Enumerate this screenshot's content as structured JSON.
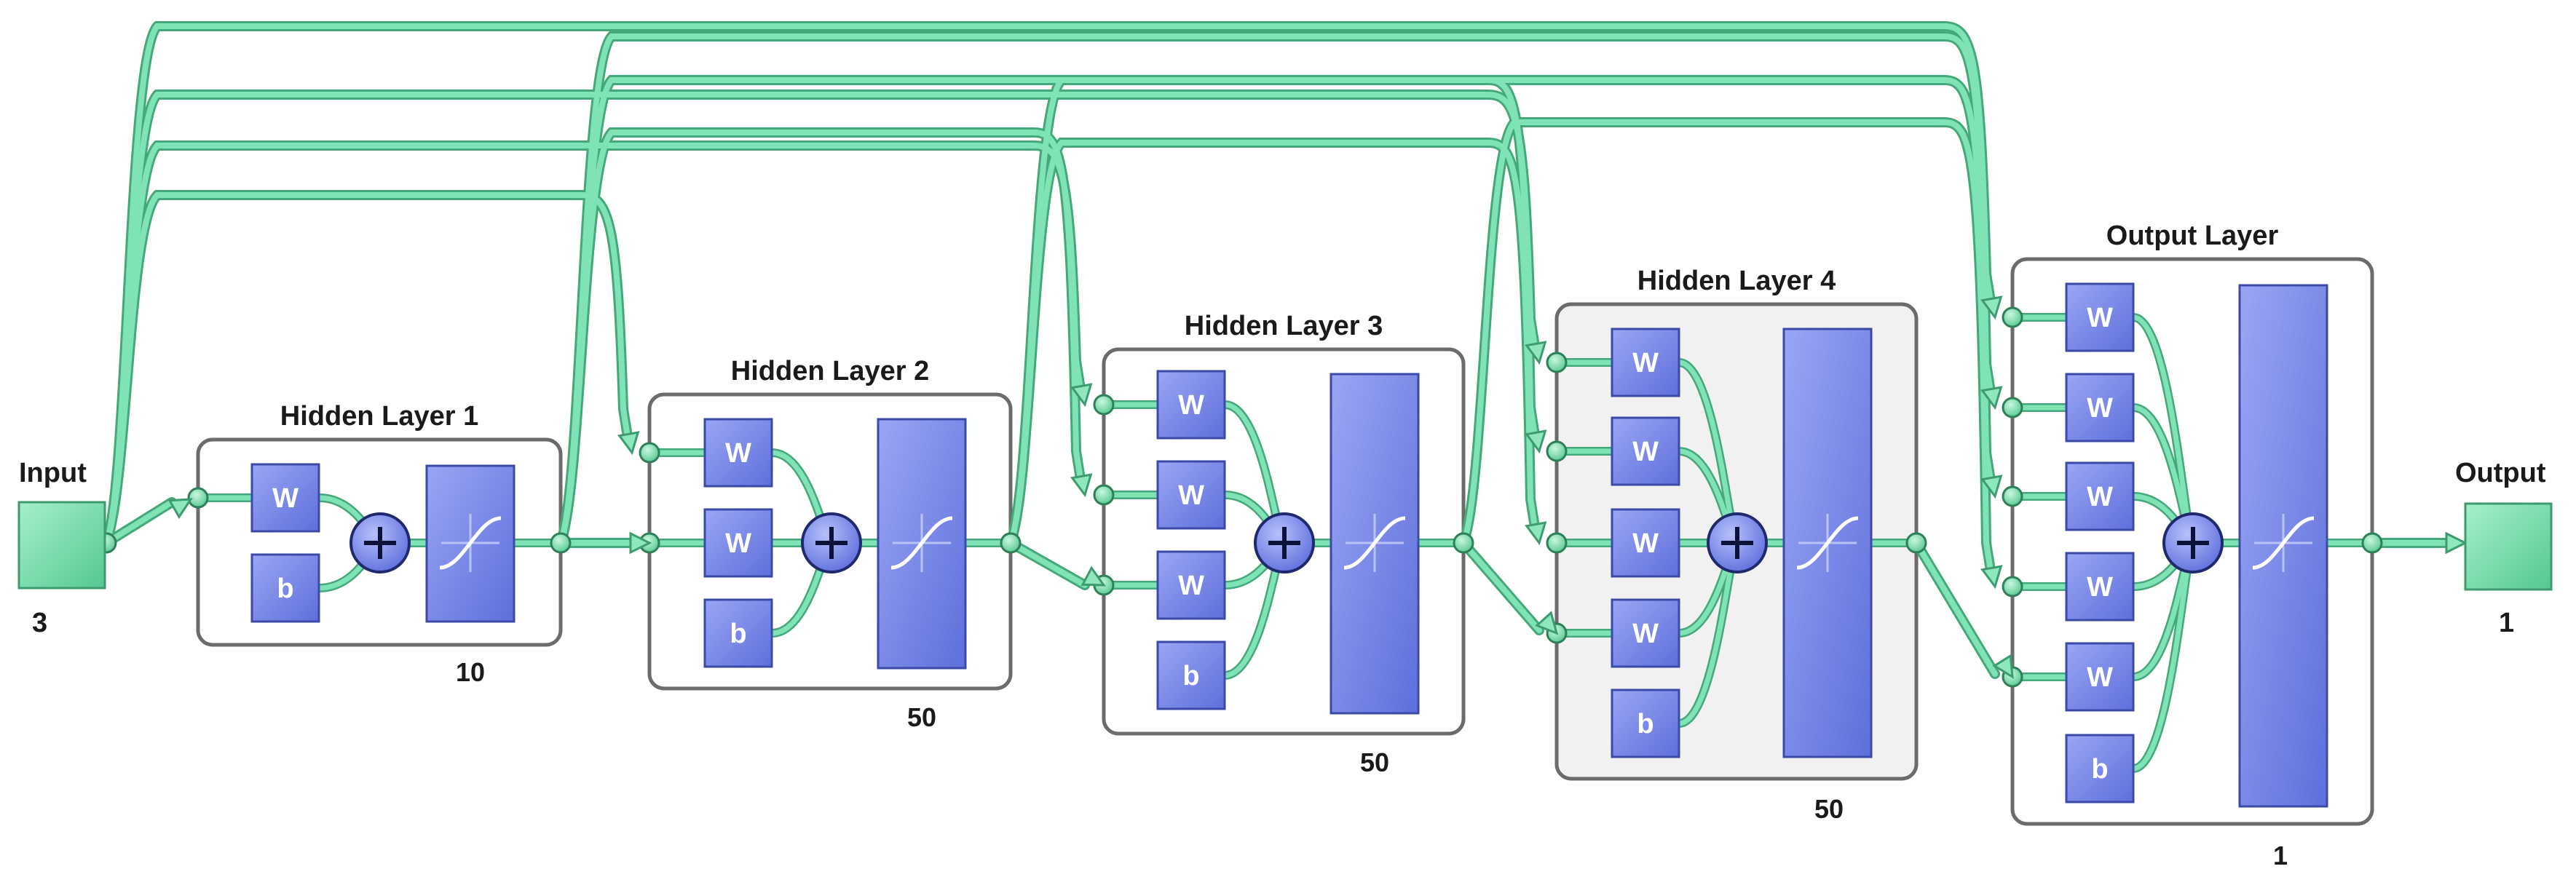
{
  "input": {
    "label": "Input",
    "size": "3"
  },
  "output": {
    "label": "Output",
    "size": "1"
  },
  "layers": [
    {
      "title": "Hidden Layer 1",
      "size": "10",
      "weight_label": "W",
      "bias_label": "b"
    },
    {
      "title": "Hidden Layer 2",
      "size": "50",
      "weight_label": "W",
      "bias_label": "b"
    },
    {
      "title": "Hidden Layer 3",
      "size": "50",
      "weight_label": "W",
      "bias_label": "b"
    },
    {
      "title": "Hidden Layer 4",
      "size": "50",
      "weight_label": "W",
      "bias_label": "b"
    },
    {
      "title": "Output Layer",
      "size": "1",
      "weight_label": "W",
      "bias_label": "b"
    }
  ],
  "icons": {
    "sum": "plus-circle-icon",
    "transfer": "tansig-transfer-icon"
  },
  "colors": {
    "connection": "#6fdcaa",
    "node": "#7686e8",
    "io": "#7ddcab",
    "layer_border": "#6b6b6b"
  }
}
